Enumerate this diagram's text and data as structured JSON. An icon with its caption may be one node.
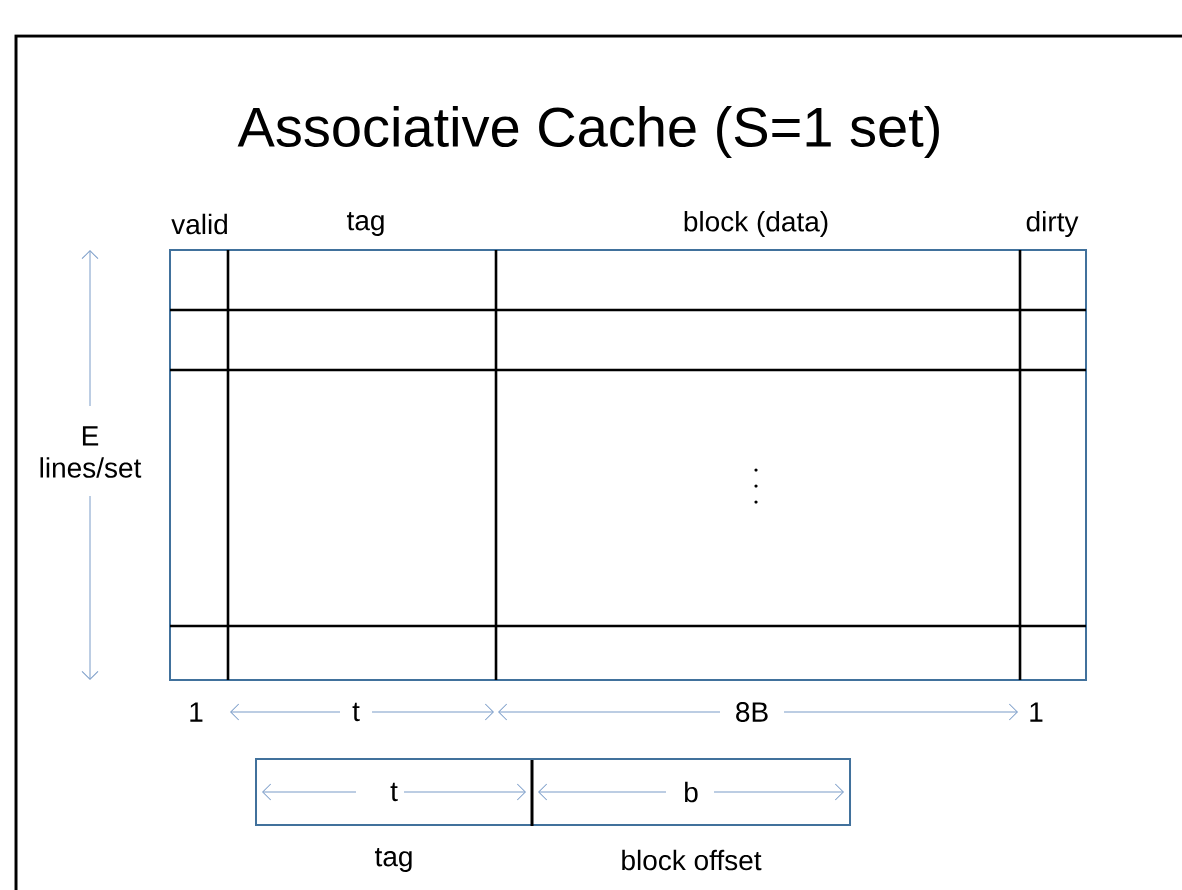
{
  "diagram": {
    "title": "Associative Cache (S=1 set)",
    "nodes": [
      {
        "text": [
          "t"
        ],
        "beside": [
          "tag"
        ]
      },
      {
        "text": [
          "b"
        ],
        "beside": [
          "block offset"
        ]
      }
    ],
    "labels": [
      "valid",
      "tag",
      "block (data)",
      "dirty",
      "E lines/set",
      "1",
      "t",
      "8B",
      "1"
    ]
  }
}
